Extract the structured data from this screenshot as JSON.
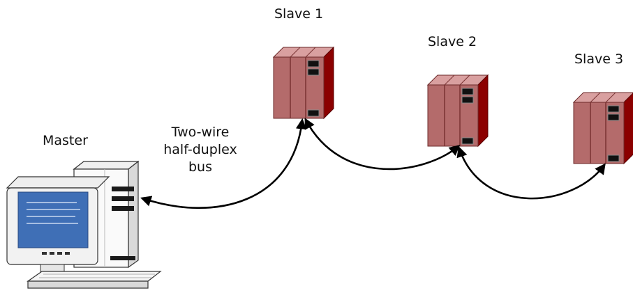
{
  "nodes": {
    "master": {
      "label": "Master"
    },
    "slave1": {
      "label": "Slave 1"
    },
    "slave2": {
      "label": "Slave 2"
    },
    "slave3": {
      "label": "Slave 3"
    }
  },
  "bus": {
    "label_lines": [
      "Two-wire",
      "half-duplex",
      "bus"
    ]
  },
  "colors": {
    "plc_front": "#b46b6b",
    "plc_top": "#d79a9a",
    "plc_side": "#8b0000",
    "screen": "#3f6fb6",
    "wire": "#000000"
  },
  "icons": {
    "master": "desktop-computer-icon",
    "slaves": "plc-module-icon"
  }
}
